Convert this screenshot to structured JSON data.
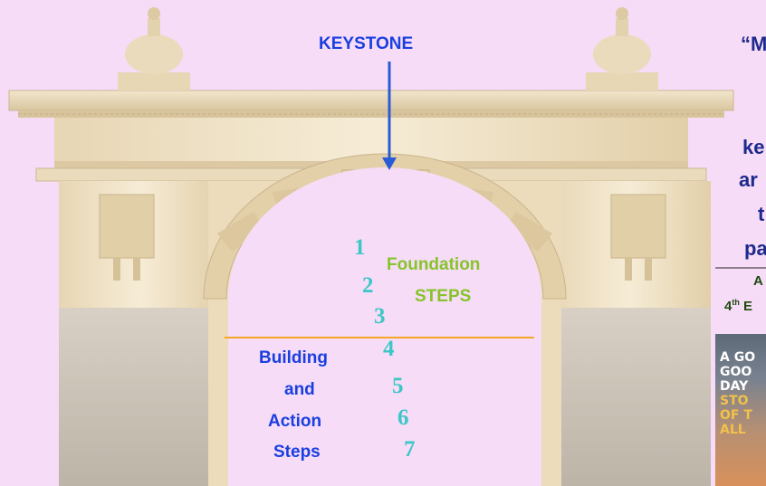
{
  "keystone_label": "KEYSTONE",
  "foundation": {
    "line1": "Foundation",
    "line2": "STEPS"
  },
  "building": {
    "line1": "Building",
    "line2": "and",
    "line3": "Action",
    "line4": "Steps"
  },
  "step_numbers": [
    "1",
    "2",
    "3",
    "4",
    "5",
    "6",
    "7"
  ],
  "quote": {
    "line1": "“M",
    "line2": "ke",
    "line3": "ar",
    "line4": "t",
    "line5": "pa",
    "attribution1": "A",
    "attribution2_prefix": "4",
    "attribution2_sup": "th",
    "attribution2_suffix": " E"
  },
  "book_cover": {
    "lines": [
      "A GO",
      "GOO",
      "DAY",
      "STO",
      "OF T",
      "ALL"
    ]
  },
  "colors": {
    "background": "#f6dcf7",
    "blue_text": "#1a3fe0",
    "green_text": "#86c42a",
    "number_teal": "#3cc7c7",
    "divider_orange": "#f5a623",
    "stone_light": "#f0e5cd",
    "stone_dark": "#c5bdb1"
  }
}
